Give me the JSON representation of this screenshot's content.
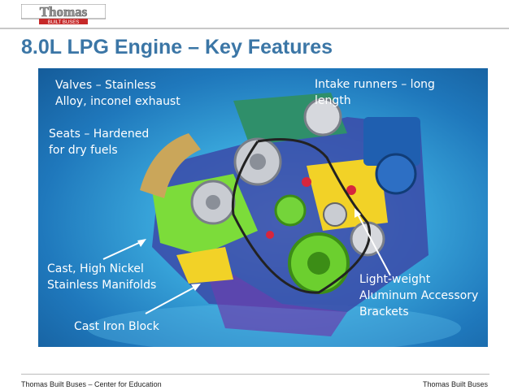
{
  "header": {
    "logo_text": "Thomas",
    "logo_subtext": "BUILT BUSES"
  },
  "slide": {
    "title": "8.0L LPG Engine – Key Features"
  },
  "annotations": {
    "valves": [
      "Valves – Stainless",
      "Alloy, inconel exhaust"
    ],
    "seats": [
      "Seats – Hardened",
      "for dry fuels"
    ],
    "intake": [
      "Intake runners – long",
      "length"
    ],
    "manifolds": [
      "Cast, High Nickel",
      "Stainless Manifolds"
    ],
    "block": [
      "Cast Iron Block"
    ],
    "brackets": [
      "Light-weight",
      "Aluminum Accessory",
      "Brackets"
    ]
  },
  "footer": {
    "left": "Thomas Built Buses – Center for Education",
    "right": "Thomas Built Buses"
  },
  "colors": {
    "title": "#3b76a6",
    "panel_bg": "#2a8fcf",
    "label_text": "#ffffff"
  }
}
